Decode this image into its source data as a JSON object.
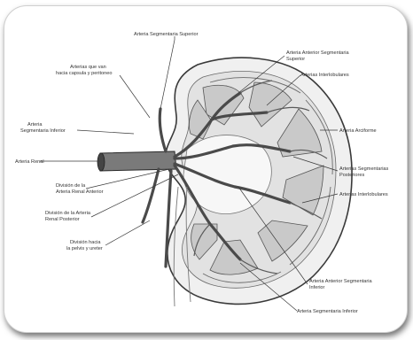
{
  "labels": {
    "superior_segmental": "Arteria Segmentaria Superior",
    "to_capsule_line1": "Arterias que van",
    "to_capsule_line2": "hacia capsula y peritoneo",
    "inferior_segmental_left_line1": "Arteria",
    "inferior_segmental_left_line2": "Segmentaria Inferior",
    "renal_artery": "Arteria Renal",
    "anterior_division_line1": "División de la",
    "anterior_division_line2": "Arteria Renal Anterior",
    "posterior_division_line1": "División de la Arteria",
    "posterior_division_line2": "Renal Posterior",
    "pelvis_ureter_line1": "División hacia",
    "pelvis_ureter_line2": "la pelvis y ureter",
    "anterior_superior_line1": "Arteria Anterior Segmentaria",
    "anterior_superior_line2": "Superior",
    "interlobar_top": "Arterias Interlobulares",
    "arcuate": "Arteria Arciforme",
    "posterior_segmental_line1": "Arterias Segmentarias",
    "posterior_segmental_line2": "Posteriores",
    "interlobar_right": "Arterias Interlobulares",
    "anterior_inferior_line1": "Arteria Anterior Segmentaria",
    "anterior_inferior_line2": "Inferior",
    "inferior_segmental_bottom": "Arteria Segmentaria Inferior"
  }
}
